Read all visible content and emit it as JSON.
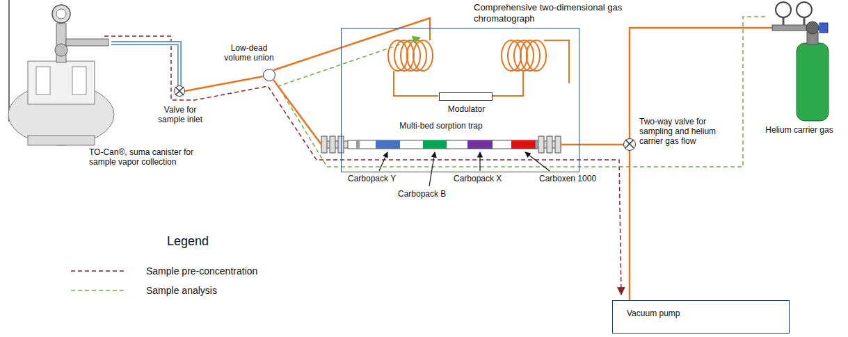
{
  "diagram": {
    "nodes": [
      {
        "text": [
          "TO-Can®, suma canister for sample vapor collection"
        ]
      },
      {
        "text": [
          "Valve for sample inlet"
        ]
      },
      {
        "text": [
          "Low-dead volume union"
        ]
      },
      {
        "text": [
          "Comprehensive two-dimensional gas chromatograph"
        ]
      },
      {
        "text": [
          "Modulator"
        ],
        "in": 3
      },
      {
        "text": [
          "Multi-bed sorption trap"
        ]
      },
      {
        "text": [
          "Two-way valve for sampling and helium carrier gas flow"
        ]
      },
      {
        "text": [
          "Helium carrier gas"
        ]
      },
      {
        "text": [
          "Vacuum pump"
        ]
      }
    ],
    "edges": [
      {
        "from": 0,
        "to": 1,
        "arrow": "none"
      },
      {
        "from": 1,
        "to": 2,
        "arrow": "none"
      },
      {
        "from": 2,
        "to": 3,
        "arrow": "none"
      },
      {
        "from": 2,
        "to": 5,
        "arrow": "none"
      },
      {
        "from": 5,
        "to": 6,
        "arrow": "none"
      },
      {
        "from": 6,
        "to": 7,
        "arrow": "none"
      },
      {
        "from": 6,
        "to": 8,
        "arrow": "none"
      }
    ],
    "labels": [
      "Carbopack Y",
      "Carbopack B",
      "Carbopack X",
      "Carboxen 1000",
      "Legend"
    ],
    "legend": [
      {
        "text": "Sample pre-concentration"
      },
      {
        "text": "Sample analysis"
      }
    ]
  }
}
